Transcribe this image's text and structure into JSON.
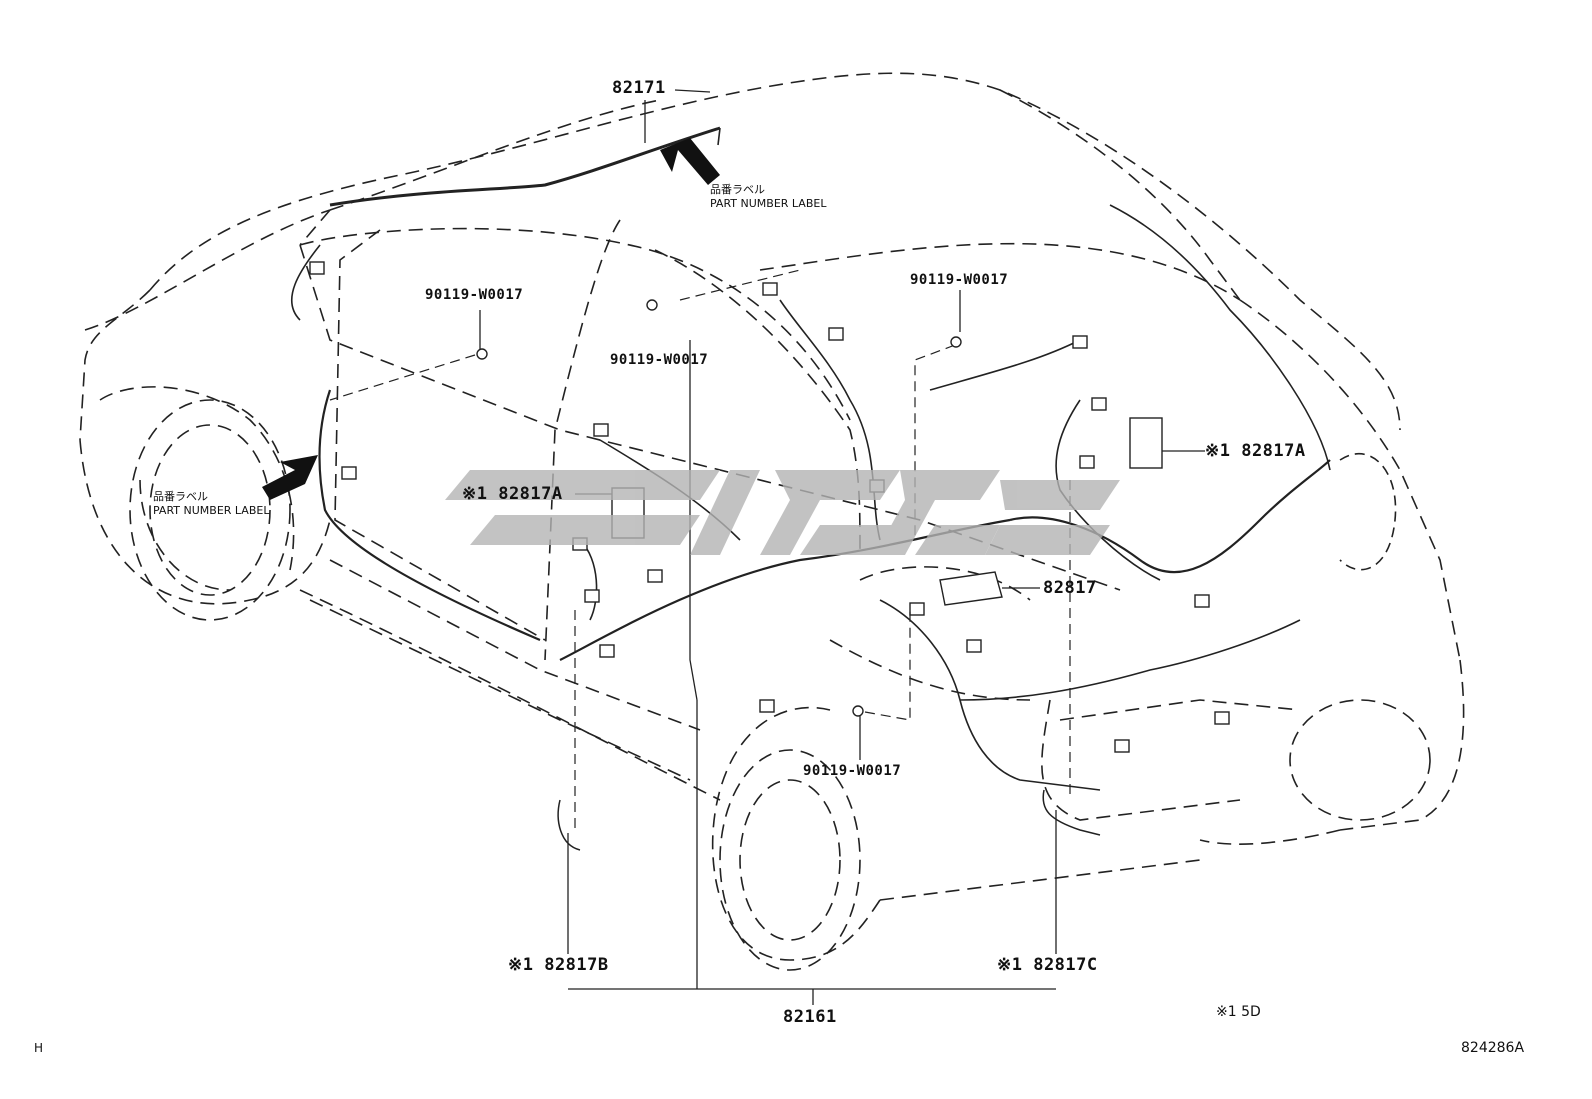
{
  "labels": {
    "roof_harness": "82171",
    "floor_harness": "82161",
    "protector": "82817",
    "label_left": "※1 82817A",
    "label_right": "※1 82817A",
    "connector_b": "※1 82817B",
    "connector_c": "※1 82817C",
    "bolt_upper_left": "90119-W0017",
    "bolt_upper_mid": "90119-W0017",
    "bolt_upper_right": "90119-W0017",
    "bolt_lower": "90119-W0017"
  },
  "part_number_label_top": {
    "jp": "品番ラベル",
    "en": "PART NUMBER LABEL"
  },
  "part_number_label_left": {
    "jp": "品番ラベル",
    "en": "PART NUMBER LABEL"
  },
  "footnote": "※1 5D",
  "corner_letter": "H",
  "diagram_id": "824286A",
  "watermark": {
    "color": "#b4b4b4"
  }
}
